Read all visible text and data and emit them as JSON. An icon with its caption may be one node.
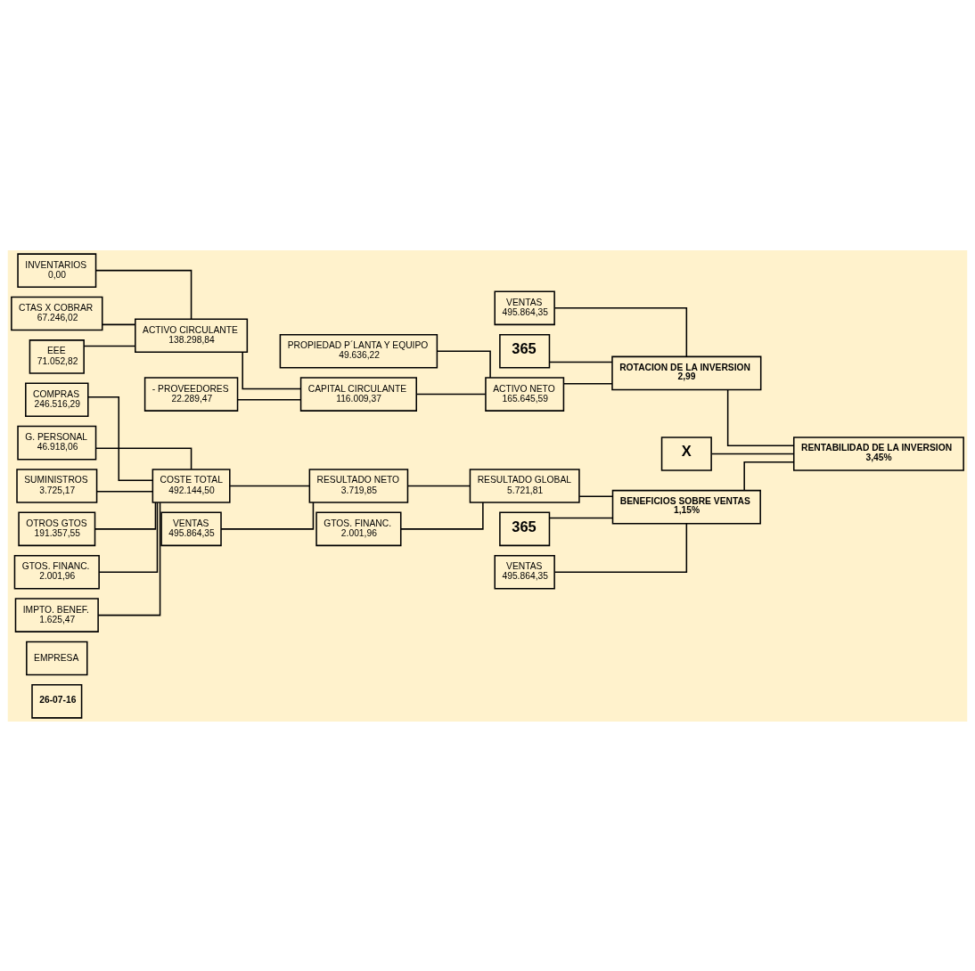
{
  "diagram": {
    "nodes": [
      {
        "text": [
          "26-07-16"
        ]
      },
      {
        "text": [
          "EMPRESA"
        ]
      },
      {
        "text": [
          "VENTAS",
          "495.864,35"
        ]
      },
      {
        "text": [
          "365"
        ]
      },
      {
        "text": [
          "PROPIEDAD P´LANTA Y EQUIPO",
          "49.636,22"
        ]
      },
      {
        "text": [
          "INVENTARIOS",
          "0,00"
        ]
      },
      {
        "text": [
          "CTAS X COBRAR",
          "67.246,02"
        ]
      },
      {
        "text": [
          "EEE",
          "71.052,82"
        ]
      },
      {
        "text": [
          "ACTIVO CIRCULANTE",
          "138.298,84"
        ]
      },
      {
        "text": [
          "- PROVEEDORES",
          "22.289,47"
        ]
      },
      {
        "text": [
          "CAPITAL CIRCULANTE",
          "116.009,37"
        ]
      },
      {
        "text": [
          "ACTIVO NETO",
          "165.645,59"
        ]
      },
      {
        "text": [
          "ROTACION DE LA INVERSION",
          "2,99"
        ]
      },
      {
        "text": [
          "X"
        ]
      },
      {
        "text": [
          "RENTABILIDAD DE LA INVERSION",
          "3,45%"
        ]
      },
      {
        "text": [
          "COMPRAS",
          "246.516,29"
        ]
      },
      {
        "text": [
          "G. PERSONAL",
          "46.918,06"
        ]
      },
      {
        "text": [
          "SUMINISTROS",
          "3.725,17"
        ]
      },
      {
        "text": [
          "OTROS GTOS",
          "191.357,55"
        ]
      },
      {
        "text": [
          "GTOS. FINANC.",
          "2.001,96"
        ]
      },
      {
        "text": [
          "IMPTO. BENEF.",
          "1.625,47"
        ]
      },
      {
        "text": [
          "COSTE TOTAL",
          "492.144,50"
        ]
      },
      {
        "text": [
          "VENTAS",
          "495.864,35"
        ]
      },
      {
        "text": [
          "RESULTADO NETO",
          "3.719,85"
        ]
      },
      {
        "text": [
          "GTOS. FINANC.",
          "2.001,96"
        ]
      },
      {
        "text": [
          "RESULTADO GLOBAL",
          "5.721,81"
        ]
      },
      {
        "text": [
          "BENEFICIOS SOBRE VENTAS",
          "1,15%"
        ]
      },
      {
        "text": [
          "365"
        ]
      },
      {
        "text": [
          "VENTAS",
          "495.864,35"
        ]
      }
    ],
    "edges": [
      {
        "from": 2,
        "to": 12,
        "arrow": "none"
      },
      {
        "from": 3,
        "to": 12,
        "arrow": "none"
      },
      {
        "from": 4,
        "to": 11,
        "arrow": "none"
      },
      {
        "from": 5,
        "to": 8,
        "arrow": "none"
      },
      {
        "from": 6,
        "to": 8,
        "arrow": "none"
      },
      {
        "from": 7,
        "to": 8,
        "arrow": "none"
      },
      {
        "from": 8,
        "to": 10,
        "arrow": "none"
      },
      {
        "from": 9,
        "to": 10,
        "arrow": "none"
      },
      {
        "from": 10,
        "to": 11,
        "arrow": "none"
      },
      {
        "from": 11,
        "to": 12,
        "arrow": "none"
      },
      {
        "from": 12,
        "to": 14,
        "arrow": "none"
      },
      {
        "from": 13,
        "to": 14,
        "arrow": "none"
      },
      {
        "from": 15,
        "to": 21,
        "arrow": "none"
      },
      {
        "from": 16,
        "to": 21,
        "arrow": "none"
      },
      {
        "from": 17,
        "to": 21,
        "arrow": "none"
      },
      {
        "from": 18,
        "to": 21,
        "arrow": "none"
      },
      {
        "from": 19,
        "to": 21,
        "arrow": "none"
      },
      {
        "from": 20,
        "to": 21,
        "arrow": "none"
      },
      {
        "from": 21,
        "to": 23,
        "arrow": "none"
      },
      {
        "from": 22,
        "to": 23,
        "arrow": "none"
      },
      {
        "from": 23,
        "to": 25,
        "arrow": "none"
      },
      {
        "from": 24,
        "to": 25,
        "arrow": "none"
      },
      {
        "from": 25,
        "to": 26,
        "arrow": "none"
      },
      {
        "from": 27,
        "to": 26,
        "arrow": "none"
      },
      {
        "from": 28,
        "to": 26,
        "arrow": "none"
      },
      {
        "from": 26,
        "to": 14,
        "arrow": "none"
      }
    ]
  }
}
